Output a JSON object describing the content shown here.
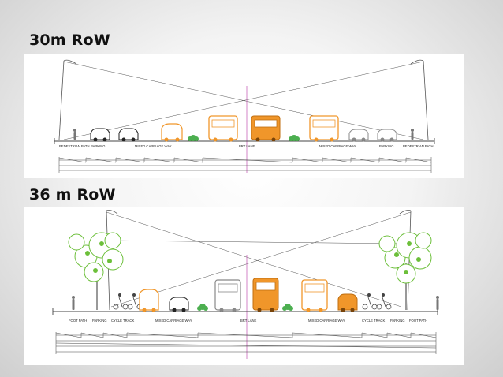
{
  "section_30": {
    "title": "30m RoW",
    "labels": [
      "PEDESTRIAN PATH",
      "PARKING",
      "MIXED CARRIAGE WAY",
      "BRT LANE",
      "MIXED CARRIAGE WAY",
      "PARKING",
      "PEDESTRIAN PATH"
    ]
  },
  "section_36": {
    "title": "36 m RoW",
    "labels": [
      "FOOT PATH",
      "PARKING",
      "CYCLE TRACK",
      "MIXED CARRIAGE WAY",
      "BRT LANE",
      "MIXED CARRIAGE WAY",
      "CYCLE TRACK",
      "PARKING",
      "FOOT PATH"
    ]
  },
  "colors": {
    "vehicle_orange": "#f0962a",
    "tree_green": "#6cbf3a",
    "centerline_magenta": "#c04fb0",
    "line_gray": "#444444"
  }
}
